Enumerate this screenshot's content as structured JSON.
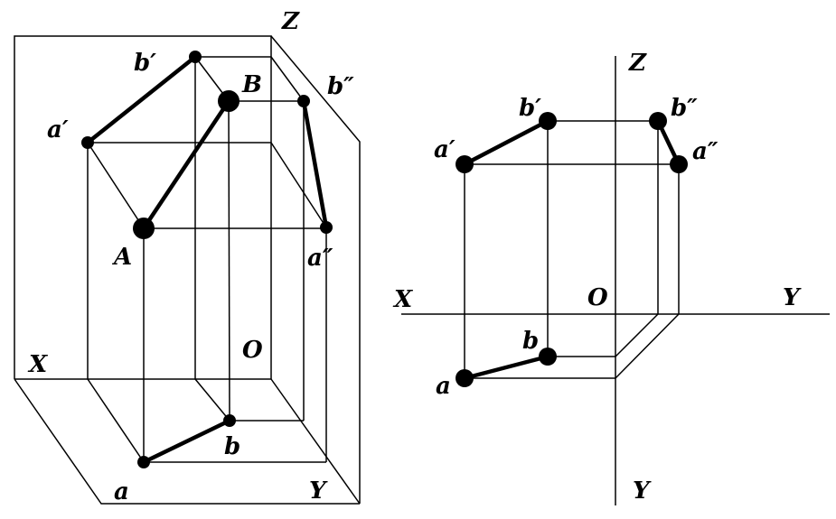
{
  "left_view": {
    "labels": {
      "Z": "Z",
      "X": "X",
      "Y": "Y",
      "O": "O",
      "A": "A",
      "B": "B",
      "a_front": "a′",
      "b_front": "b′",
      "a_side": "a″",
      "b_side": "b″",
      "a_top": "a",
      "b_top": "b"
    }
  },
  "right_view": {
    "labels": {
      "Z": "Z",
      "X": "X",
      "Y_h": "Y",
      "Y_v": "Y",
      "O": "O",
      "a_front": "a′",
      "b_front": "b′",
      "a_side": "a″",
      "b_side": "b″",
      "a_top": "a",
      "b_top": "b"
    }
  },
  "colors": {
    "ink": "#000000",
    "background": "#ffffff"
  }
}
